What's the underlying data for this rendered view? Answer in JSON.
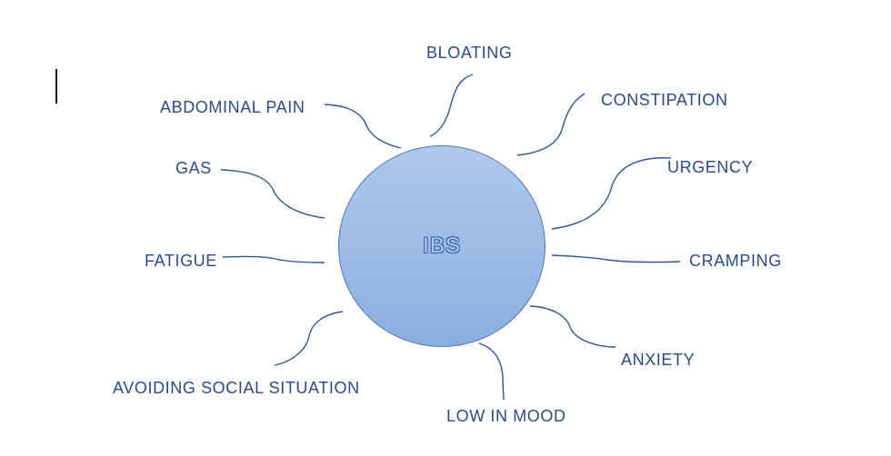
{
  "diagram": {
    "center": "IBS",
    "symptoms": {
      "bloating": "BLOATING",
      "abdominal_pain": "ABDOMINAL PAIN",
      "constipation": "CONSTIPATION",
      "gas": "GAS",
      "urgency": "URGENCY",
      "fatigue": "FATIGUE",
      "cramping": "CRAMPING",
      "anxiety": "ANXIETY",
      "avoiding_social_situation": "AVOIDING SOCIAL SITUATION",
      "low_in_mood": "LOW IN MOOD"
    }
  },
  "colors": {
    "label_text": "#2b4a86",
    "connector": "#2f5597",
    "circle_fill": "#9fbde6",
    "circle_border": "#4f76b3"
  }
}
